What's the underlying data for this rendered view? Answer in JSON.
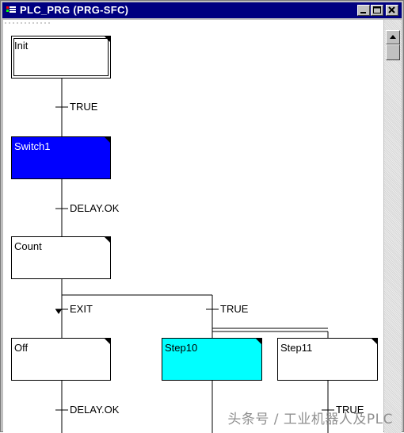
{
  "window": {
    "title": "PLC_PRG (PRG-SFC)",
    "controls": [
      "minimize-icon",
      "maximize-icon",
      "close-icon"
    ]
  },
  "sfc": {
    "steps": {
      "init": "Init",
      "switch1": "Switch1",
      "count": "Count",
      "off": "Off",
      "step10": "Step10",
      "step11": "Step11"
    },
    "transitions": {
      "t1": "TRUE",
      "t2": "DELAY.OK",
      "t3_exit": "EXIT",
      "t3_true": "TRUE",
      "t4": "DELAY.OK",
      "t5": "TRUE"
    }
  },
  "colors": {
    "title_bar": "#000080",
    "selected_step": "#0000ff",
    "active_step": "#00ffff"
  },
  "watermark": "头条号 / 工业机器人及PLC"
}
